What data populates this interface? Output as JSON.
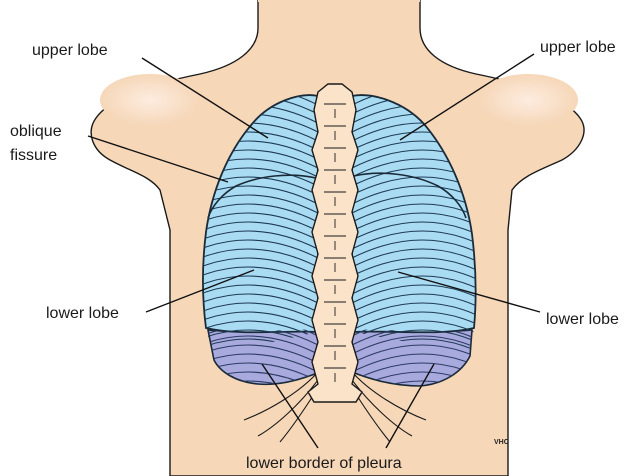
{
  "labels": {
    "upper_lobe_left": "upper lobe",
    "upper_lobe_right": "upper lobe",
    "oblique_fissure_line1": "oblique",
    "oblique_fissure_line2": "fissure",
    "lower_lobe_left": "lower lobe",
    "lower_lobe_right": "lower lobe",
    "lower_border_of_pleura": "lower border of pleura"
  },
  "artist_signature": "VHC",
  "colors": {
    "skin": "#f6d7b8",
    "shoulder_highlight": "#fbe6d3",
    "lung": "#a9dcf2",
    "pleura_recess": "#a8aadd",
    "spine": "#fbe3c9",
    "outline": "#1a2a38"
  }
}
